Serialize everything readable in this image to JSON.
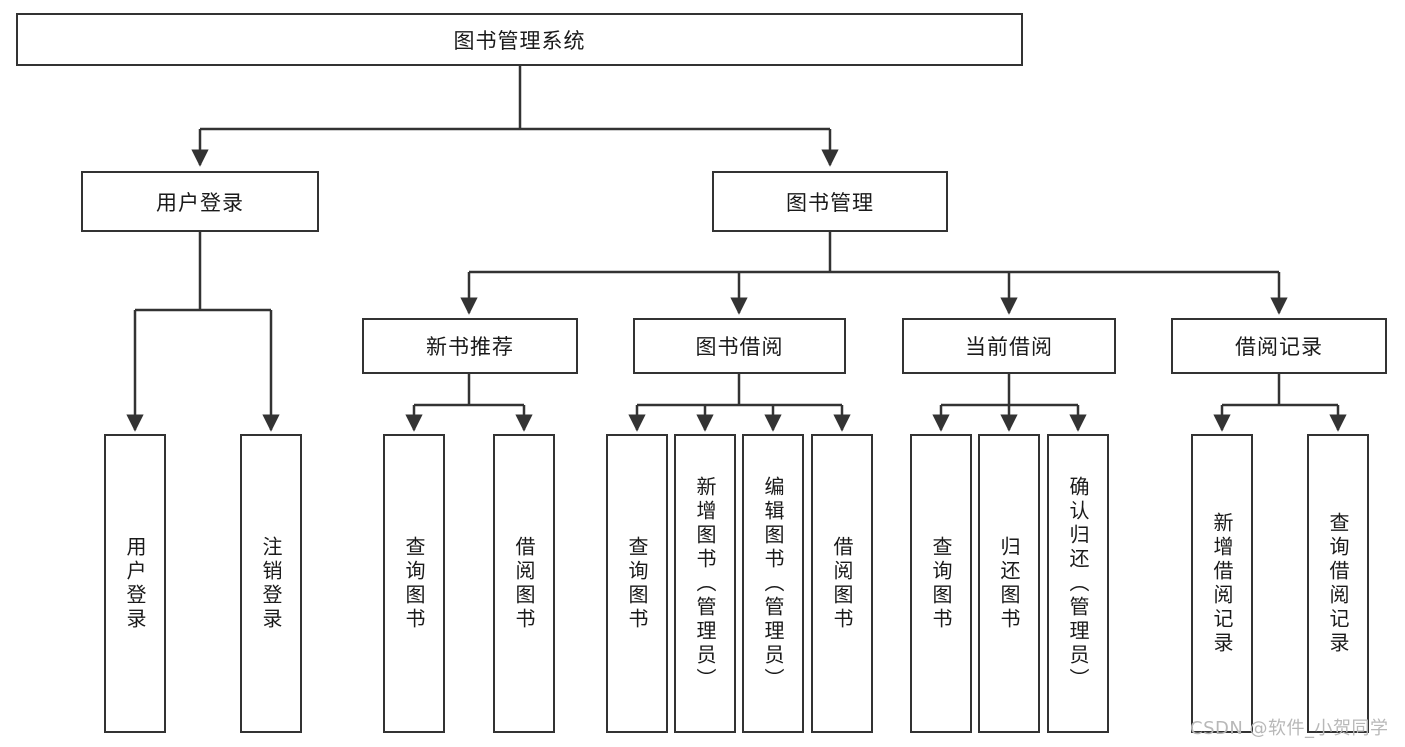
{
  "diagram": {
    "title": "图书管理系统",
    "type": "tree-hierarchy-diagram",
    "root": {
      "label": "图书管理系统"
    },
    "level1": [
      {
        "label": "用户登录"
      },
      {
        "label": "图书管理"
      }
    ],
    "level2": [
      {
        "label": "新书推荐"
      },
      {
        "label": "图书借阅"
      },
      {
        "label": "当前借阅"
      },
      {
        "label": "借阅记录"
      }
    ],
    "leaves": {
      "user_login": [
        {
          "label": "用户登录"
        },
        {
          "label": "注销登录"
        }
      ],
      "new_book_recommend": [
        {
          "label": "查询图书"
        },
        {
          "label": "借阅图书"
        }
      ],
      "book_borrow": [
        {
          "label": "查询图书"
        },
        {
          "label": "新增图书（管理员）"
        },
        {
          "label": "编辑图书（管理员）"
        },
        {
          "label": "借阅图书"
        }
      ],
      "current_borrow": [
        {
          "label": "查询图书"
        },
        {
          "label": "归还图书"
        },
        {
          "label": "确认归还（管理员）"
        }
      ],
      "borrow_record": [
        {
          "label": "新增借阅记录"
        },
        {
          "label": "查询借阅记录"
        }
      ]
    }
  },
  "watermark": {
    "text": "CSDN @软件_小贺同学"
  },
  "colors": {
    "stroke": "#333333",
    "fill": "#ffffff",
    "text": "#1a1a1a",
    "watermark": "#b8b8b8"
  }
}
